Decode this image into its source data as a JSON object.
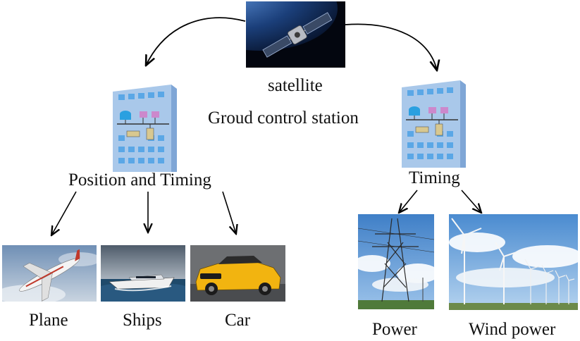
{
  "satellite": {
    "label": "satellite",
    "icon": "satellite-icon"
  },
  "ground_station": {
    "label": "Groud control station",
    "icon": "ground-station-building-icon"
  },
  "branches": [
    {
      "label": "Position and Timing",
      "targets": [
        {
          "label": "Plane",
          "icon": "plane-photo"
        },
        {
          "label": "Ships",
          "icon": "ship-photo"
        },
        {
          "label": "Car",
          "icon": "car-photo"
        }
      ]
    },
    {
      "label": "Timing",
      "targets": [
        {
          "label": "Power",
          "icon": "power-tower-photo"
        },
        {
          "label": "Wind power",
          "icon": "wind-turbine-photo"
        }
      ]
    }
  ],
  "colors": {
    "arrow": "#000000",
    "building_face": "#a9c8ea",
    "building_window": "#5aa7e6",
    "sky": "#5e8fc9",
    "car": "#f2b410"
  }
}
